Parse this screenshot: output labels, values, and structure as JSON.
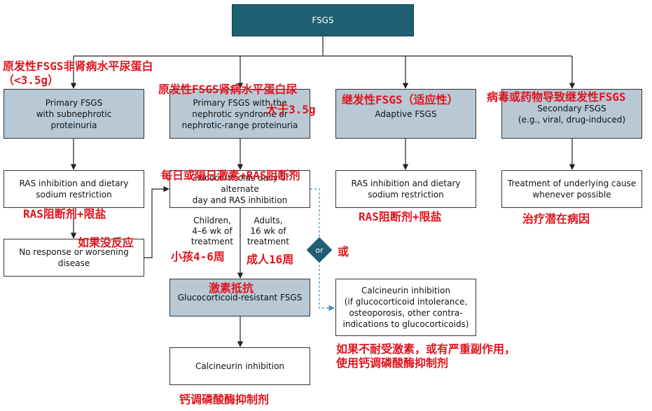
{
  "root": "FSGS",
  "boxes": {
    "primary_sub": "Primary FSGS\nwith subnephrotic\nproteinuria",
    "primary_neph": "Primary FSGS with the\nnephrotic syndrome or\nnephrotic-range proteinuria",
    "adaptive": "Adaptive FSGS",
    "secondary": "Secondary FSGS\n(e.g., viral, drug-induced)",
    "ras_diet_1": "RAS inhibition and dietary\nsodium restriction",
    "gluco": "Glucocorticoids daily or alternate\nday and RAS inhibition",
    "ras_diet_2": "RAS inhibition and dietary\nsodium restriction",
    "underlying": "Treatment of underlying cause\nwhenever possible",
    "no_response": "No response or worsening\ndisease",
    "resistant": "Glucocorticoid-resistant FSGS",
    "calcineurin_alt": "Calcineurin inhibition\n(if glucocorticoid intolerance,\nosteoporosis, other contra-\nindications to glucocorticoids)",
    "calcineurin": "Calcineurin inhibition"
  },
  "labels": {
    "children": "Children,\n4–6 wk of\ntreatment",
    "adults": "Adults,\n16 wk of\ntreatment",
    "or": "or"
  },
  "annotations": {
    "a1": "原发性FSGS非肾病水平尿蛋白\n（<3.5g）",
    "a2": "原发性FSGS肾病水平蛋白尿",
    "a3": "大于3.5g",
    "a4": "继发性FSGS（适应性）",
    "a5": "病毒或药物导致继发性FSGS",
    "a6": "每日或隔日激素+RAS阻断剂",
    "a7": "RAS阻断剂+限盐",
    "a8": "如果没反应",
    "a9": "小孩4-6周",
    "a10": "成人16周",
    "a11": "或",
    "a12": "RAS阻断剂+限盐",
    "a13": "治疗潜在病因",
    "a14": "激素抵抗",
    "a15": "如果不耐受激素，或有严重副作用，\n使用钙调磷酸酶抑制剂",
    "a16": "钙调磷酸酶抑制剂"
  },
  "colors": {
    "root_fill": "#1e5f74",
    "category_fill": "#b8c8d4",
    "annotation": "#e0141e"
  }
}
